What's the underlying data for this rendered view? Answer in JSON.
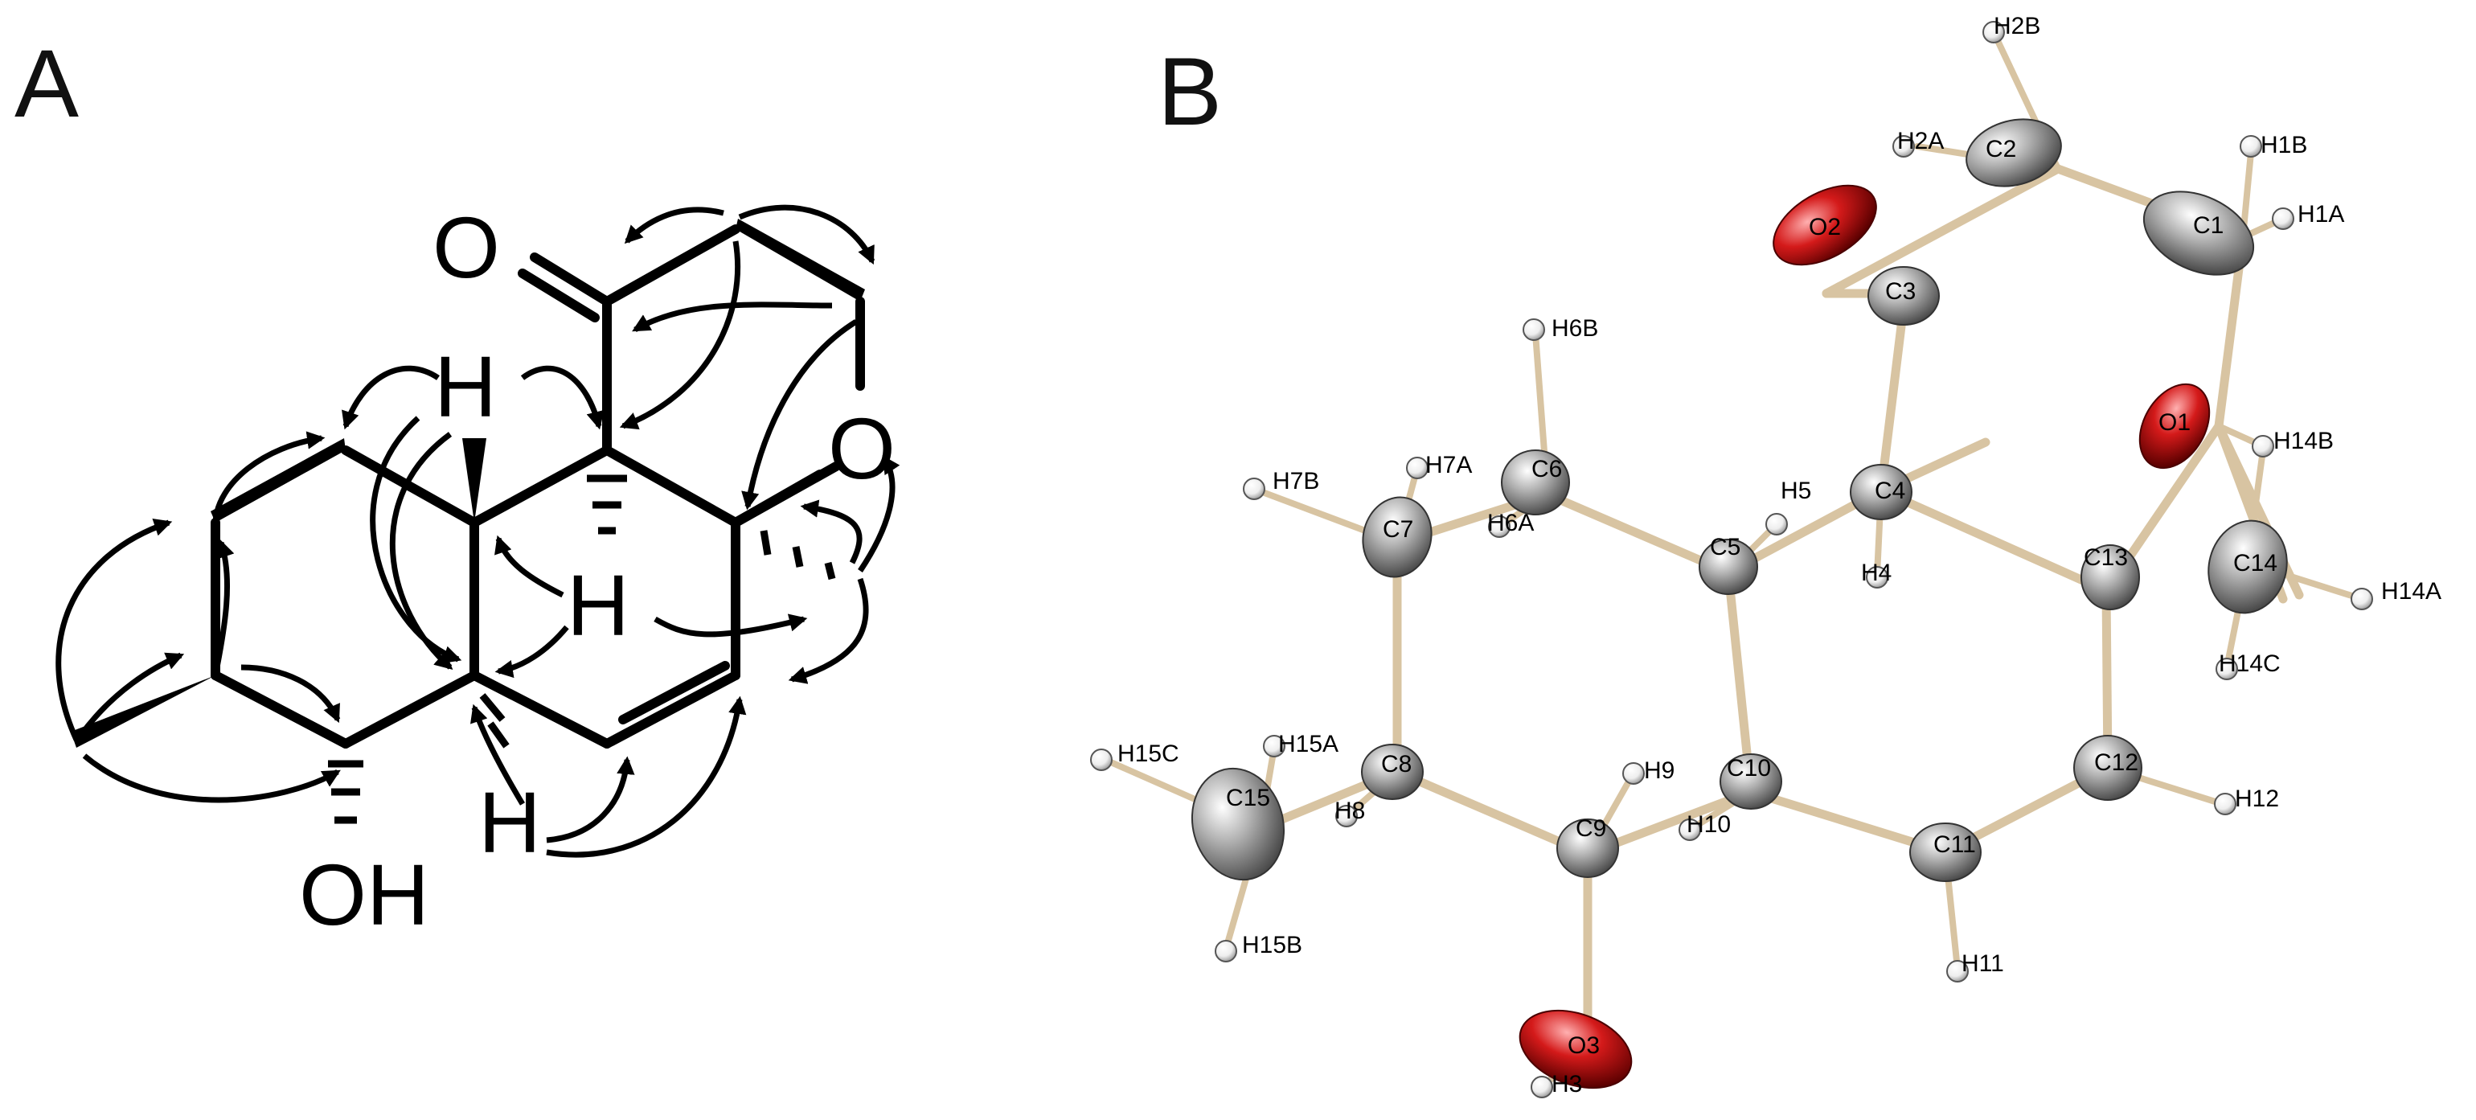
{
  "panels": {
    "a": {
      "letter": "A"
    },
    "b": {
      "letter": "B"
    }
  },
  "structure_a": {
    "labels": {
      "oxo": "O",
      "ring_o": "O",
      "h_top": "H",
      "h_mid": "H",
      "h_bot": "H",
      "oh": "OH"
    }
  },
  "ortep_b": {
    "atom_labels": {
      "C1": "C1",
      "C2": "C2",
      "C3": "C3",
      "C4": "C4",
      "C5": "C5",
      "C6": "C6",
      "C7": "C7",
      "C8": "C8",
      "C9": "C9",
      "C10": "C10",
      "C11": "C11",
      "C12": "C12",
      "C13": "C13",
      "C14": "C14",
      "C15": "C15",
      "O1": "O1",
      "O2": "O2",
      "O3": "O3",
      "H1A": "H1A",
      "H1B": "H1B",
      "H2A": "H2A",
      "H2B": "H2B",
      "H3": "H3",
      "H4": "H4",
      "H5": "H5",
      "H6A": "H6A",
      "H6B": "H6B",
      "H7A": "H7A",
      "H7B": "H7B",
      "H8": "H8",
      "H9": "H9",
      "H10": "H10",
      "H11": "H11",
      "H12": "H12",
      "H14A": "H14A",
      "H14B": "H14B",
      "H14C": "H14C",
      "H15A": "H15A",
      "H15B": "H15B",
      "H15C": "H15C"
    },
    "colors": {
      "carbon": "#9a9a9a",
      "oxygen": "#cc1010",
      "hydrogen": "#f4f4f4",
      "bond": "#d8c4a2"
    }
  }
}
